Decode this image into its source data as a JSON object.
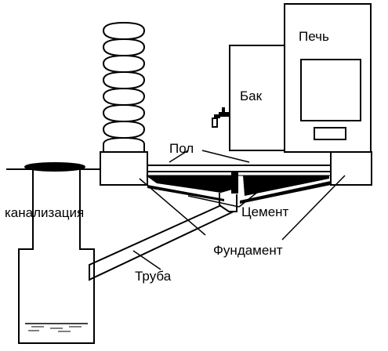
{
  "labels": {
    "stove": "Печь",
    "tank": "Бак",
    "floor": "Пол",
    "sewer": "канализация",
    "cement": "Цемент",
    "foundation": "Фундамент",
    "pipe": "Труба"
  },
  "colors": {
    "ink": "#000000",
    "paper": "#ffffff"
  },
  "icons": {
    "tap": "faucet-icon"
  }
}
